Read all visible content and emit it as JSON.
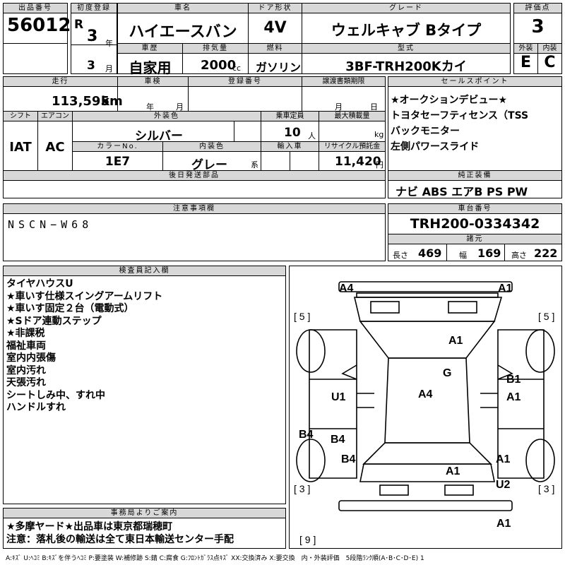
{
  "headers": {
    "lot": "出品番号",
    "first_reg": "初度登録",
    "car_name": "車名",
    "door": "ドア形状",
    "grade": "グレード",
    "score": "評価点",
    "history": "車歴",
    "displacement": "排気量",
    "fuel": "燃料",
    "model_code": "型式",
    "exterior": "外装",
    "interior": "内装",
    "mileage": "走行",
    "inspection": "車検",
    "registration": "登録番号",
    "transfer": "譲渡書類期限",
    "sales_point": "セールスポイント",
    "shift": "シフト",
    "aircon": "エアコン",
    "ext_color": "外装色",
    "capacity": "乗車定員",
    "max_load": "最大積載量",
    "color_no": "カラーNo.",
    "int_color": "内装色",
    "import": "輸入車",
    "recycle": "リサイクル預託金",
    "after_ship": "後日発送部品",
    "equipment": "純正装備",
    "notes": "注意事項欄",
    "chassis": "車台番号",
    "specs": "諸元",
    "inspector": "検査員記入欄",
    "office": "事務局よりご案内"
  },
  "lot_number": "56012",
  "era": "R",
  "year": "3",
  "year_unit": "年",
  "month": "3",
  "month_unit": "月",
  "car_name": "ハイエースバン",
  "door": "4V",
  "grade": "ウェルキャブ Bタイプ",
  "score": "3",
  "history": "自家用",
  "displacement": "2000",
  "displacement_unit": "cc",
  "fuel": "ガソリン",
  "model_code": "3BF-TRH200Kカイ",
  "exterior_grade": "E",
  "interior_grade": "C",
  "mileage": "113,595",
  "mileage_unit": "km",
  "inspection_year_unit": "年",
  "inspection_month_unit": "月",
  "transfer_month_unit": "月",
  "transfer_day_unit": "日",
  "sales_points": [
    "★オークションデビュー★",
    "トヨタセーフティセンス（TSS",
    "バックモニター",
    "左側パワースライド"
  ],
  "shift": "IAT",
  "aircon": "AC",
  "ext_color": "シルバー",
  "capacity": "10",
  "capacity_unit": "人",
  "max_load_unit": "kg",
  "color_no": "1E7",
  "int_color": "グレー",
  "int_color_suffix": "系",
  "recycle": "11,420",
  "recycle_unit": "円",
  "equipment": "ナビ ABS エアB PS PW",
  "notes": "NSCN−W68",
  "chassis": "TRH200-0334342",
  "length_label": "長さ",
  "length": "469",
  "width_label": "幅",
  "width": "169",
  "height_label": "高さ",
  "height": "222",
  "inspector_notes": [
    "タイヤハウスU",
    "★車いす仕様スイングアームリフト",
    "★車いす固定２台（電動式）",
    "★Sドア連動ステップ",
    "★非課税",
    "福祉車両",
    "室内内張傷",
    "室内汚れ",
    "天張汚れ",
    "シートしみ中、すれ中",
    "ハンドルすれ"
  ],
  "office_notes": [
    "★多摩ヤード★出品車は東京都瑞穂町",
    "注意：落札後の輸送は全て東日本輸送センター手配"
  ],
  "legend": "A:ｷｽﾞ U:ﾍｺﾐ B:ｷｽﾞを伴うﾍｺﾐ P:要塗装 W:補修跡 S:錆 C:腐食 G:ﾌﾛﾝﾄｶﾞﾗｽ点ｷｽﾞ XX:交換済み X:要交換　内・外装評価　5段階ﾗﾝｸ順(A･B･C･D･E) 1",
  "damage_marks": {
    "a4_top": "A4",
    "a1_top": "A1",
    "a1_hood": "A1",
    "g": "G",
    "b1": "B1",
    "a1_right": "A1",
    "u1": "U1",
    "a4_center": "A4",
    "b4_left": "B4",
    "b4_door": "B4",
    "b4_rear": "B4",
    "a1_rear_right": "A1",
    "a1_tail": "A1",
    "u2": "U2",
    "a1_bottom": "A1"
  },
  "tire_labels": {
    "fl": "5",
    "fr": "5",
    "rl": "3",
    "rr": "3",
    "spare": "9"
  }
}
